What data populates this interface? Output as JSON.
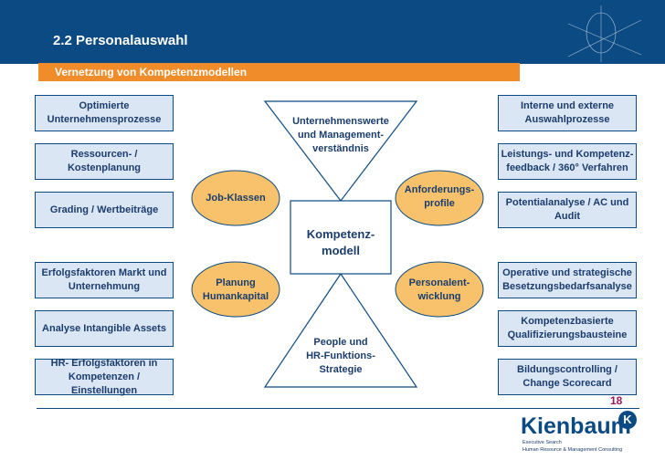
{
  "header": {
    "title": "2.2 Personalauswahl",
    "subtitle": "Vernetzung von Kompetenzmodellen",
    "color": "#0b4a82",
    "subtitle_color": "#f08c2a"
  },
  "left_boxes": [
    "Optimierte\nUnternehmensprozesse",
    "Ressourcen- /\nKostenplanung",
    "Grading / Wertbeiträge",
    "Erfolgsfaktoren Markt und\nUnternehmung",
    "Analyse Intangible Assets",
    "HR- Erfolgsfaktoren in\nKompetenzen / Einstellungen"
  ],
  "right_boxes": [
    "Interne und externe\nAuswahlprozesse",
    "Leistungs- und Kompetenz-\nfeedback / 360° Verfahren",
    "Potentialanalyse / AC und\nAudit",
    "Operative und strategische\nBesetzungsbedarfsanalyse",
    "Kompetenzbasierte\nQualifizierungsbausteine",
    "Bildungscontrolling /\nChange Scorecard"
  ],
  "diagram": {
    "top_triangle": "Unternehmenswerte\nund Management-\nverständnis",
    "bottom_triangle": "People und\nHR-Funktions-\nStrategie",
    "center": "Kompetenz-\nmodell",
    "ellipse_top_left": "Job-Klassen",
    "ellipse_top_right": "Anforderungs-\nprofile",
    "ellipse_bottom_left": "Planung\nHumankapital",
    "ellipse_bottom_right": "Personalent-\nwicklung",
    "ellipse_color": "#f7c26b"
  },
  "footer": {
    "page_number": "18",
    "brand": "Kienbaum",
    "brand_badge": "K",
    "brand_line1": "Executive Search",
    "brand_line2": "Human Resource & Management Consulting"
  }
}
